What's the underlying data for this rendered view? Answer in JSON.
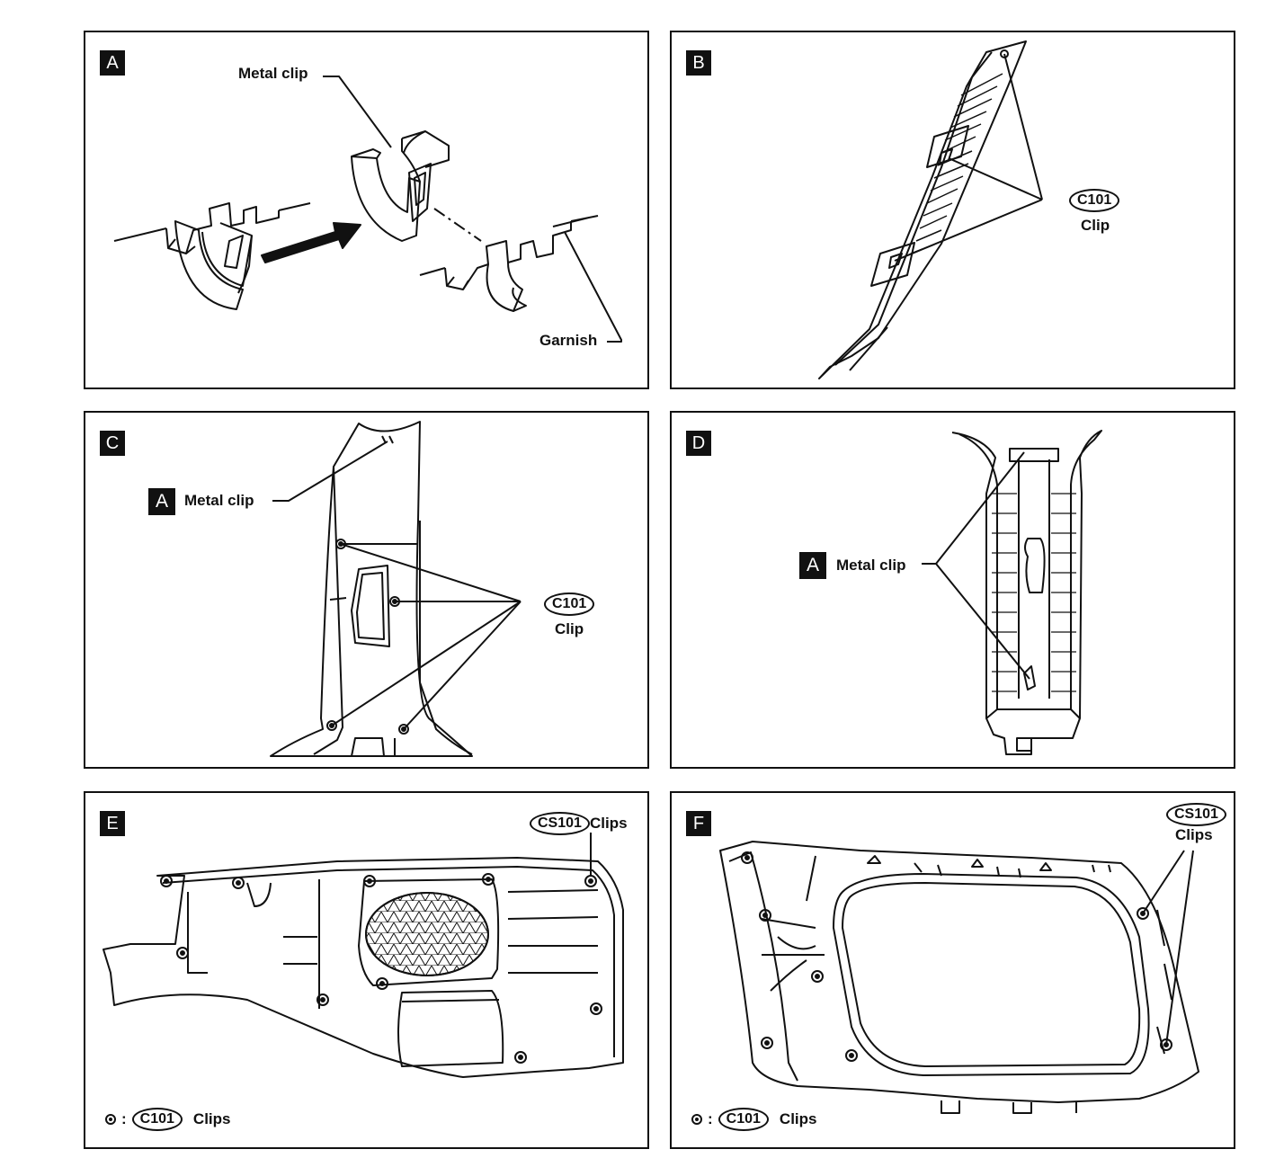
{
  "panels": {
    "a": {
      "badge": "A",
      "metal_clip": "Metal clip",
      "garnish": "Garnish"
    },
    "b": {
      "badge": "B",
      "part_code": "C101",
      "clip": "Clip"
    },
    "c": {
      "badge": "C",
      "detail_badge": "A",
      "metal_clip": "Metal clip",
      "part_code": "C101",
      "clip": "Clip"
    },
    "d": {
      "badge": "D",
      "detail_badge": "A",
      "metal_clip": "Metal clip"
    },
    "e": {
      "badge": "E",
      "part_code_top": "CS101",
      "clips_top": "Clips",
      "legend_sep": ":",
      "legend_code": "C101",
      "legend_clips": "Clips"
    },
    "f": {
      "badge": "F",
      "part_code_top": "CS101",
      "clips_top": "Clips",
      "legend_sep": ":",
      "legend_code": "C101",
      "legend_clips": "Clips"
    }
  }
}
